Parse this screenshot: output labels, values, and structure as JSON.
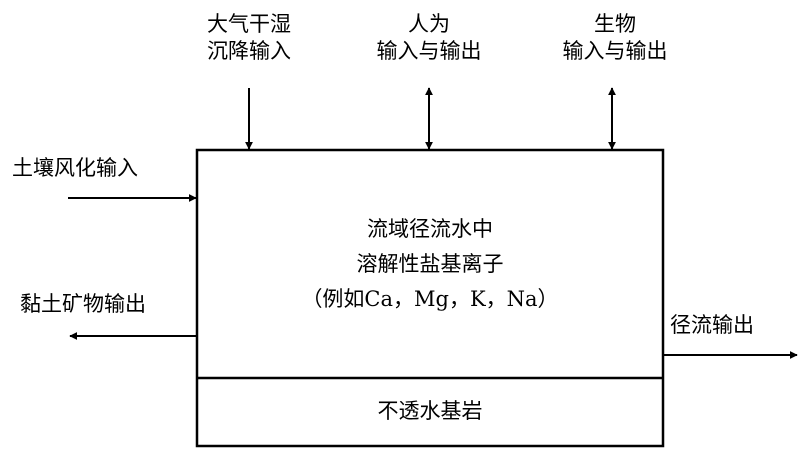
{
  "inputs": {
    "atmospheric": [
      "大气干湿",
      "沉降输入"
    ],
    "human": [
      "人为",
      "输入与输出"
    ],
    "biological": [
      "生物",
      "输入与输出"
    ],
    "weathering": "土壤风化输入"
  },
  "outputs": {
    "clay_minerals": "黏土矿物输出",
    "runoff": "径流输出"
  },
  "box": {
    "lines": [
      "流域径流水中",
      "溶解性盐基离子",
      "（例如Ca，Mg，K，Na）"
    ],
    "bedrock": "不透水基岩"
  },
  "colors": {
    "stroke": "#000000",
    "background": "#ffffff"
  }
}
